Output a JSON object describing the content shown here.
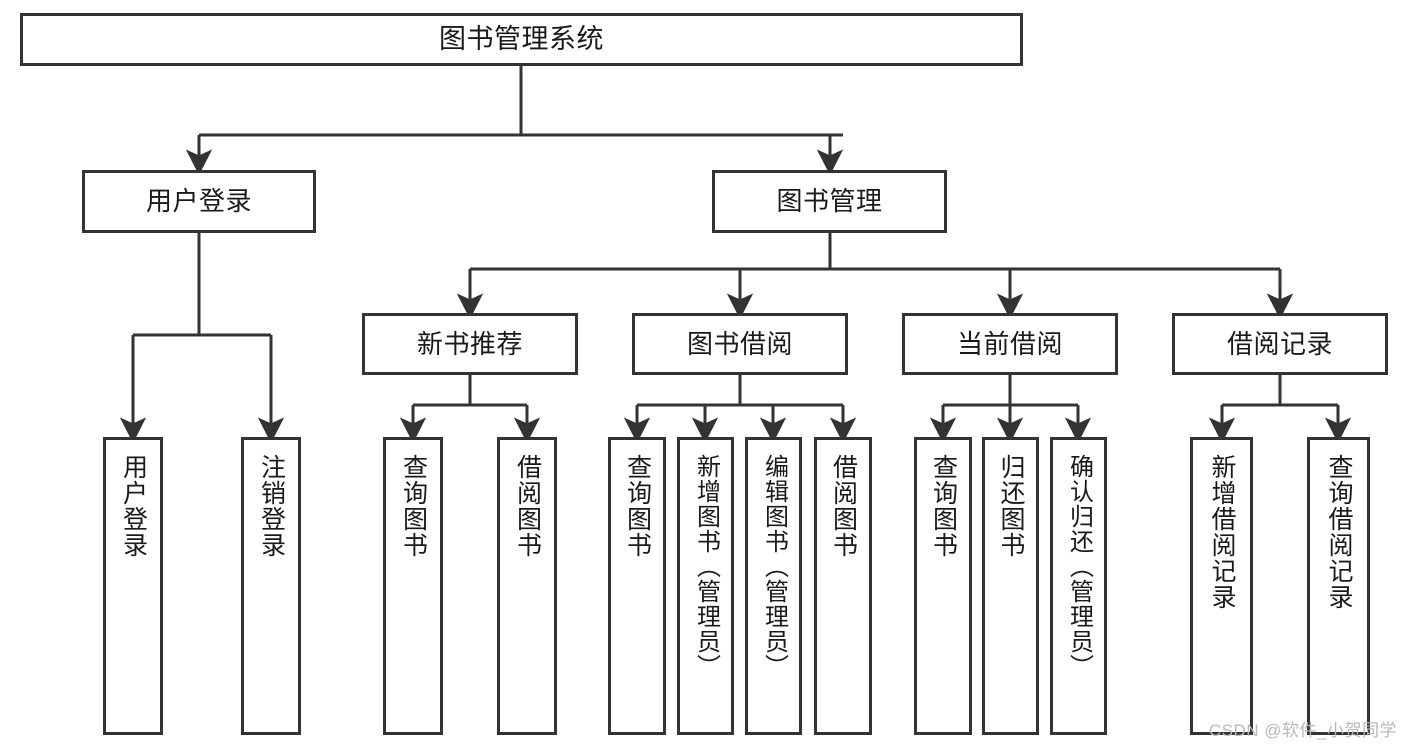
{
  "diagram": {
    "title": "图书管理系统",
    "type": "hierarchy-tree",
    "root": {
      "id": "root",
      "label": "图书管理系统"
    },
    "level2": [
      {
        "id": "user-login",
        "label": "用户登录"
      },
      {
        "id": "book-manage",
        "label": "图书管理"
      }
    ],
    "level3": [
      {
        "id": "new-book-rec",
        "label": "新书推荐",
        "parent": "book-manage"
      },
      {
        "id": "book-borrow",
        "label": "图书借阅",
        "parent": "book-manage"
      },
      {
        "id": "current-borrow",
        "label": "当前借阅",
        "parent": "book-manage"
      },
      {
        "id": "borrow-record",
        "label": "借阅记录",
        "parent": "book-manage"
      }
    ],
    "leaves": [
      {
        "id": "leaf-user-login",
        "label": "用户登录",
        "parent": "user-login"
      },
      {
        "id": "leaf-logout",
        "label": "注销登录",
        "parent": "user-login"
      },
      {
        "id": "leaf-query-book-1",
        "label": "查询图书",
        "parent": "new-book-rec"
      },
      {
        "id": "leaf-borrow-book-1",
        "label": "借阅图书",
        "parent": "new-book-rec"
      },
      {
        "id": "leaf-query-book-2",
        "label": "查询图书",
        "parent": "book-borrow"
      },
      {
        "id": "leaf-add-book",
        "label": "新增图书（管理员）",
        "parent": "book-borrow"
      },
      {
        "id": "leaf-edit-book",
        "label": "编辑图书（管理员）",
        "parent": "book-borrow"
      },
      {
        "id": "leaf-borrow-book-2",
        "label": "借阅图书",
        "parent": "book-borrow"
      },
      {
        "id": "leaf-query-book-3",
        "label": "查询图书",
        "parent": "current-borrow"
      },
      {
        "id": "leaf-return-book",
        "label": "归还图书",
        "parent": "current-borrow"
      },
      {
        "id": "leaf-confirm-return",
        "label": "确认归还（管理员）",
        "parent": "current-borrow"
      },
      {
        "id": "leaf-add-record",
        "label": "新增借阅记录",
        "parent": "borrow-record"
      },
      {
        "id": "leaf-query-record",
        "label": "查询借阅记录",
        "parent": "borrow-record"
      }
    ]
  },
  "watermark": {
    "text": "CSDN @软件_小贺同学"
  },
  "colors": {
    "stroke": "#333333",
    "background": "#ffffff",
    "text": "#1a1a1a",
    "watermark": "#b8b8b8"
  }
}
